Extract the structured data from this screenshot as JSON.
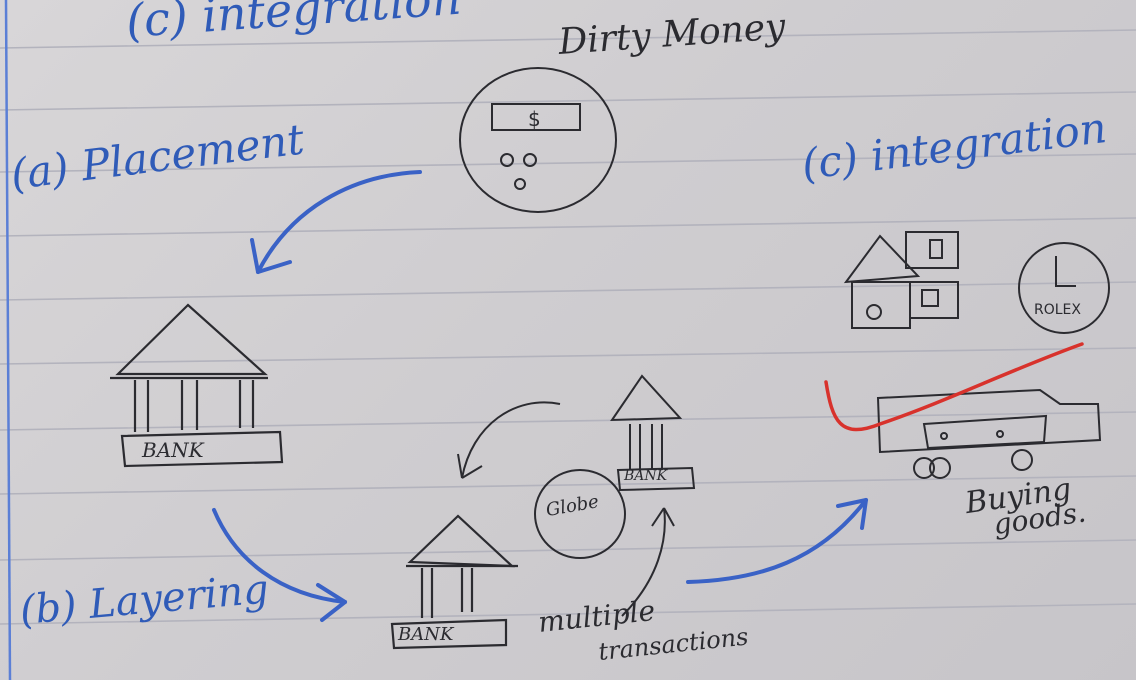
{
  "labels": {
    "top_heading": "(c) integration",
    "dirty_money": "Dirty Money",
    "placement": "(a) Placement",
    "integration": "(c) integration",
    "bank": "BANK",
    "bank_small": "BANK",
    "globe": "Globe",
    "layering": "(b) Layering",
    "multiple": "multiple",
    "transactions": "transactions",
    "buying": "Buying",
    "goods": "goods.",
    "rolex": "ROLEX"
  },
  "colors": {
    "blue_ink": "#2f5bb8",
    "black_ink": "#2b2b30",
    "red_ink": "#d8322c"
  }
}
